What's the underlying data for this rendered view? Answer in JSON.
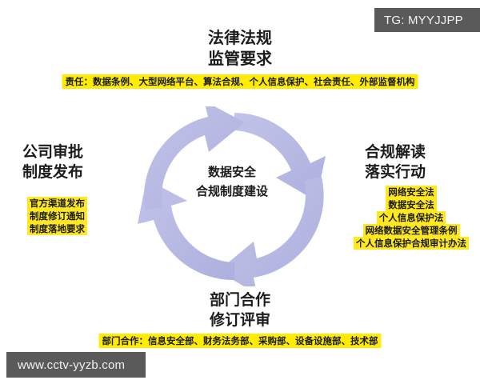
{
  "watermarks": {
    "top_right": "TG: MYYJJPP",
    "bottom_left": "www.cctv-yyzb.com"
  },
  "diagram": {
    "type": "four-stage-cycle",
    "arrow_color": "#b7b9e4",
    "highlight_color": "#ffec00",
    "center": {
      "line1": "数据安全",
      "line2": "合规制度建设"
    },
    "stages": {
      "top": {
        "heading_line1": "法律法规",
        "heading_line2": "监管要求",
        "detail": "责任：数据条例、大型网络平台、算法合规、个人信息保护、社会责任、外部监督机构"
      },
      "right": {
        "heading_line1": "合规解读",
        "heading_line2": "落实行动",
        "items": [
          "网络安全法",
          "数据安全法",
          "个人信息保护法",
          "网络数据安全管理条例",
          "个人信息保护合规审计办法"
        ]
      },
      "bottom": {
        "heading_line1": "部门合作",
        "heading_line2": "修订评审",
        "detail": "部门合作：信息安全部、财务法务部、采购部、设备设施部、技术部"
      },
      "left": {
        "heading_line1": "公司审批",
        "heading_line2": "制度发布",
        "items": [
          "官方渠道发布",
          "制度修订通知",
          "制度落地要求"
        ]
      }
    }
  }
}
